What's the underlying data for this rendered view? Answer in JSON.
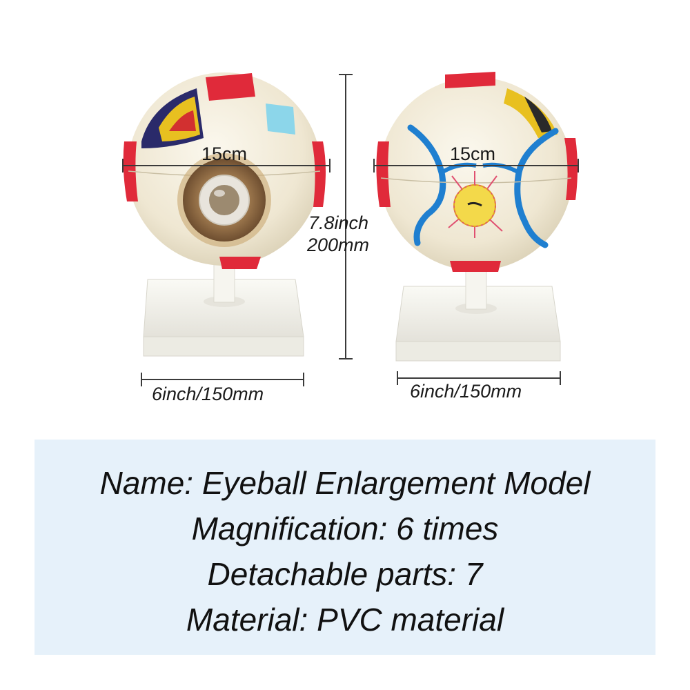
{
  "dimensions": {
    "left_width_label": "15cm",
    "right_width_label": "15cm",
    "height_inch_label": "7.8inch",
    "height_mm_label": "200mm",
    "left_base_label": "6inch/150mm",
    "right_base_label": "6inch/150mm"
  },
  "specs": {
    "name": "Name: Eyeball Enlargement Model",
    "magnification": "Magnification: 6 times",
    "detachable_parts": "Detachable parts: 7",
    "material": "Material: PVC material"
  },
  "colors": {
    "eyeball": "#f2ecd9",
    "muscle": "#e02a3a",
    "vessel": "#1f7fd0",
    "iris": "#b08a5a",
    "panel": "#e6f1fa",
    "stand": "#f3f2ec"
  }
}
